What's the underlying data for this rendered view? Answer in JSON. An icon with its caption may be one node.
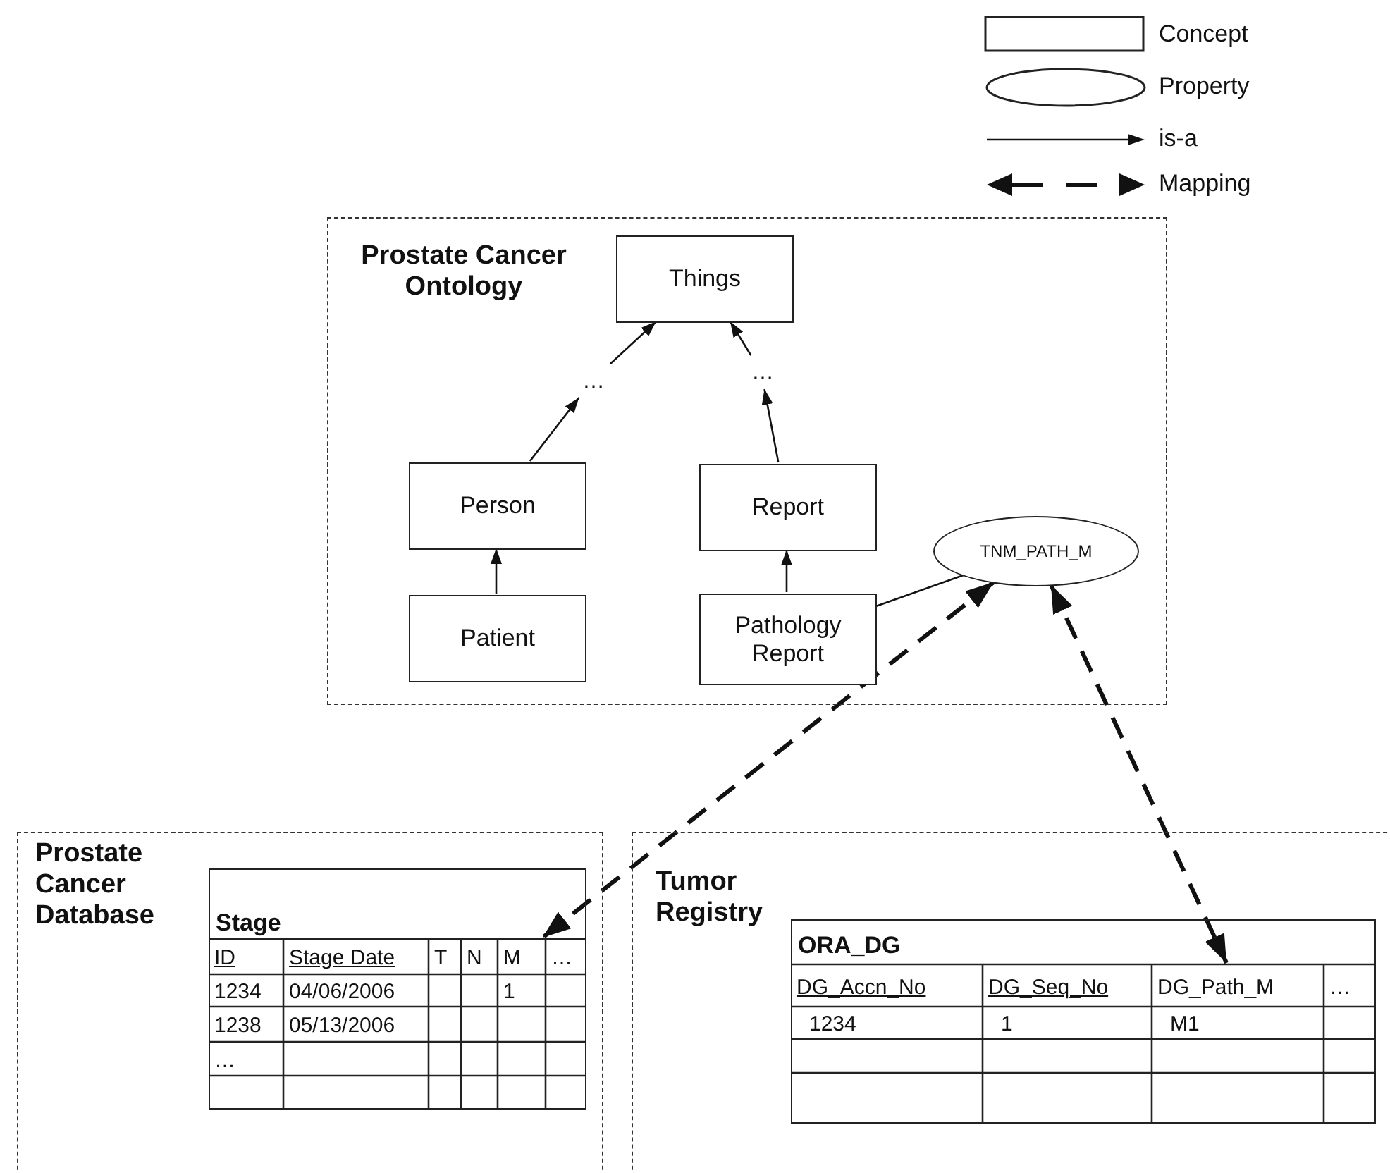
{
  "diagram": {
    "nodes": [
      {
        "text": [
          "Prostate Cancer Ontology"
        ]
      },
      {
        "text": [
          "Things"
        ],
        "in": 0
      },
      {
        "text": [
          "…"
        ],
        "in": 0
      },
      {
        "text": [
          "…"
        ],
        "in": 0
      },
      {
        "text": [
          "Person"
        ],
        "in": 0
      },
      {
        "text": [
          "Report"
        ],
        "in": 0
      },
      {
        "text": [
          "TNM_PATH_M"
        ],
        "in": 0
      },
      {
        "text": [
          "Patient"
        ],
        "in": 0
      },
      {
        "text": [
          "Pathology Report"
        ],
        "in": 0
      },
      {
        "text": [
          "Prostate Cancer Database"
        ]
      },
      {
        "text": [
          "Stage"
        ],
        "in": 9
      },
      {
        "text": [
          "M"
        ],
        "in": 10
      },
      {
        "text": [
          "Tumor Registry"
        ]
      },
      {
        "text": [
          "ORA_DG"
        ],
        "in": 12
      },
      {
        "text": [
          "DG_Path_M"
        ],
        "in": 13
      }
    ],
    "edges": [
      {
        "from": 2,
        "to": 1,
        "arrow": "to"
      },
      {
        "from": 3,
        "to": 1,
        "arrow": "to"
      },
      {
        "from": 4,
        "to": 2,
        "arrow": "to"
      },
      {
        "from": 5,
        "to": 3,
        "arrow": "to"
      },
      {
        "from": 7,
        "to": 4,
        "arrow": "to"
      },
      {
        "from": 8,
        "to": 5,
        "arrow": "to"
      },
      {
        "from": 8,
        "to": 6,
        "arrow": "none"
      },
      {
        "from": 6,
        "to": 11,
        "arrow": "both",
        "style": "dashed"
      },
      {
        "from": 6,
        "to": 14,
        "arrow": "both",
        "style": "dashed"
      }
    ],
    "labels": [
      "ID",
      "Stage Date",
      "T",
      "N",
      "…",
      "1234",
      "04/06/2006",
      "1",
      "1238",
      "05/13/2006",
      "…",
      "DG_Accn_No",
      "DG_Seq_No",
      "…",
      "1234",
      "1",
      "M1"
    ],
    "legend": [
      {
        "text": "Concept"
      },
      {
        "text": "Property"
      },
      {
        "text": "is-a"
      },
      {
        "text": "Mapping"
      }
    ]
  }
}
